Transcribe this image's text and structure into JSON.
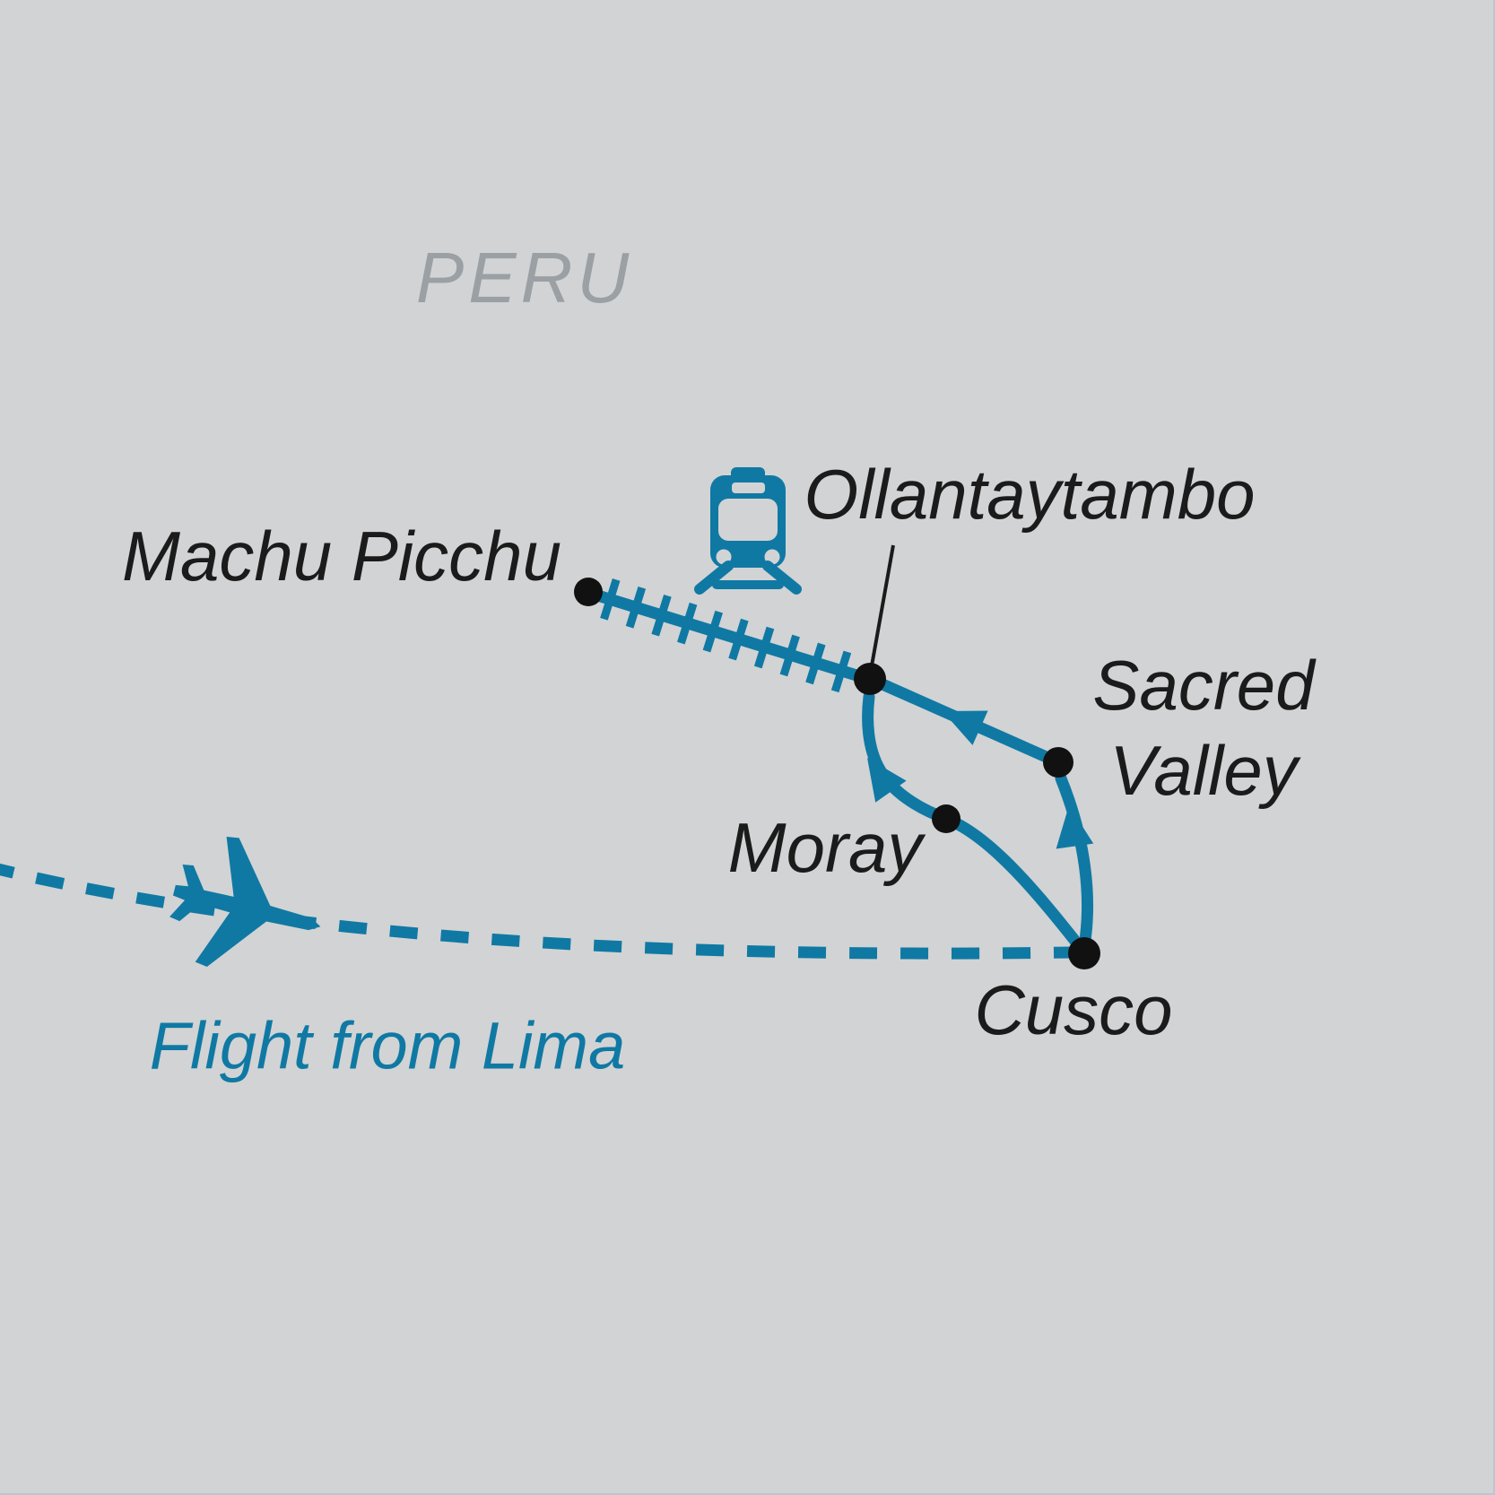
{
  "map": {
    "country_label": "PERU",
    "flight_label": "Flight from Lima",
    "locations": {
      "machu_picchu": "Machu Picchu",
      "ollantaytambo": "Ollantaytambo",
      "sacred_valley_line1": "Sacred",
      "sacred_valley_line2": "Valley",
      "moray": "Moray",
      "cusco": "Cusco"
    },
    "routes": [
      {
        "from": "Lima",
        "to": "Cusco",
        "mode": "flight",
        "style": "dashed"
      },
      {
        "from": "Cusco",
        "to": "Sacred Valley",
        "mode": "road",
        "style": "solid-arrow"
      },
      {
        "from": "Sacred Valley",
        "to": "Ollantaytambo",
        "mode": "road",
        "style": "solid-arrow"
      },
      {
        "from": "Cusco",
        "to": "Ollantaytambo",
        "via": "Moray",
        "mode": "road",
        "style": "solid-arrow"
      },
      {
        "from": "Ollantaytambo",
        "to": "Machu Picchu",
        "mode": "train",
        "style": "railway"
      }
    ],
    "icons": {
      "train": "train-icon",
      "plane": "plane-icon"
    },
    "colors": {
      "background": "#d2d3d4",
      "route": "#0f79a4",
      "marker": "#111111",
      "label_text": "#1b1b1b",
      "country_text": "#9aa0a4",
      "edge_border": "#b9c6d2"
    }
  }
}
